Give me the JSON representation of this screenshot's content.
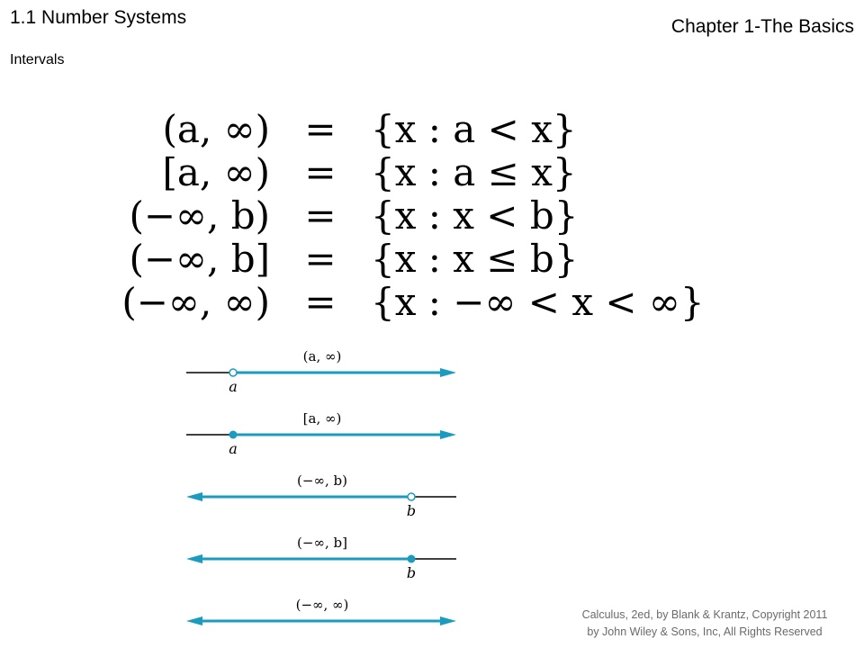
{
  "header": {
    "section_title": "1.1 Number Systems",
    "subtitle": "Intervals",
    "chapter_title": "Chapter 1-The Basics"
  },
  "definitions": [
    {
      "interval": "(a, ∞)",
      "set": "{x : a < x}"
    },
    {
      "interval": "[a, ∞)",
      "set": "{x : a ≤ x}"
    },
    {
      "interval": "(−∞, b)",
      "set": "{x : x < b}"
    },
    {
      "interval": "(−∞, b]",
      "set": "{x : x ≤ b}"
    },
    {
      "interval": "(−∞, ∞)",
      "set": "{x : −∞ < x < ∞}"
    }
  ],
  "equals_sign": "=",
  "number_lines": [
    {
      "label": "(a, ∞)",
      "point": "a",
      "endpoint": "open",
      "direction": "right"
    },
    {
      "label": "[a, ∞)",
      "point": "a",
      "endpoint": "closed",
      "direction": "right"
    },
    {
      "label": "(−∞, b)",
      "point": "b",
      "endpoint": "open",
      "direction": "left"
    },
    {
      "label": "(−∞, b]",
      "point": "b",
      "endpoint": "closed",
      "direction": "left"
    },
    {
      "label": "(−∞, ∞)",
      "point": "",
      "endpoint": "none",
      "direction": "both"
    }
  ],
  "colors": {
    "interval_line": "#1a9bbf",
    "axis": "#000000",
    "footer_text": "#6a6a6a"
  },
  "footer": {
    "line1": "Calculus, 2ed, by Blank & Krantz, Copyright 2011",
    "line2": "by John Wiley & Sons, Inc, All Rights Reserved"
  }
}
